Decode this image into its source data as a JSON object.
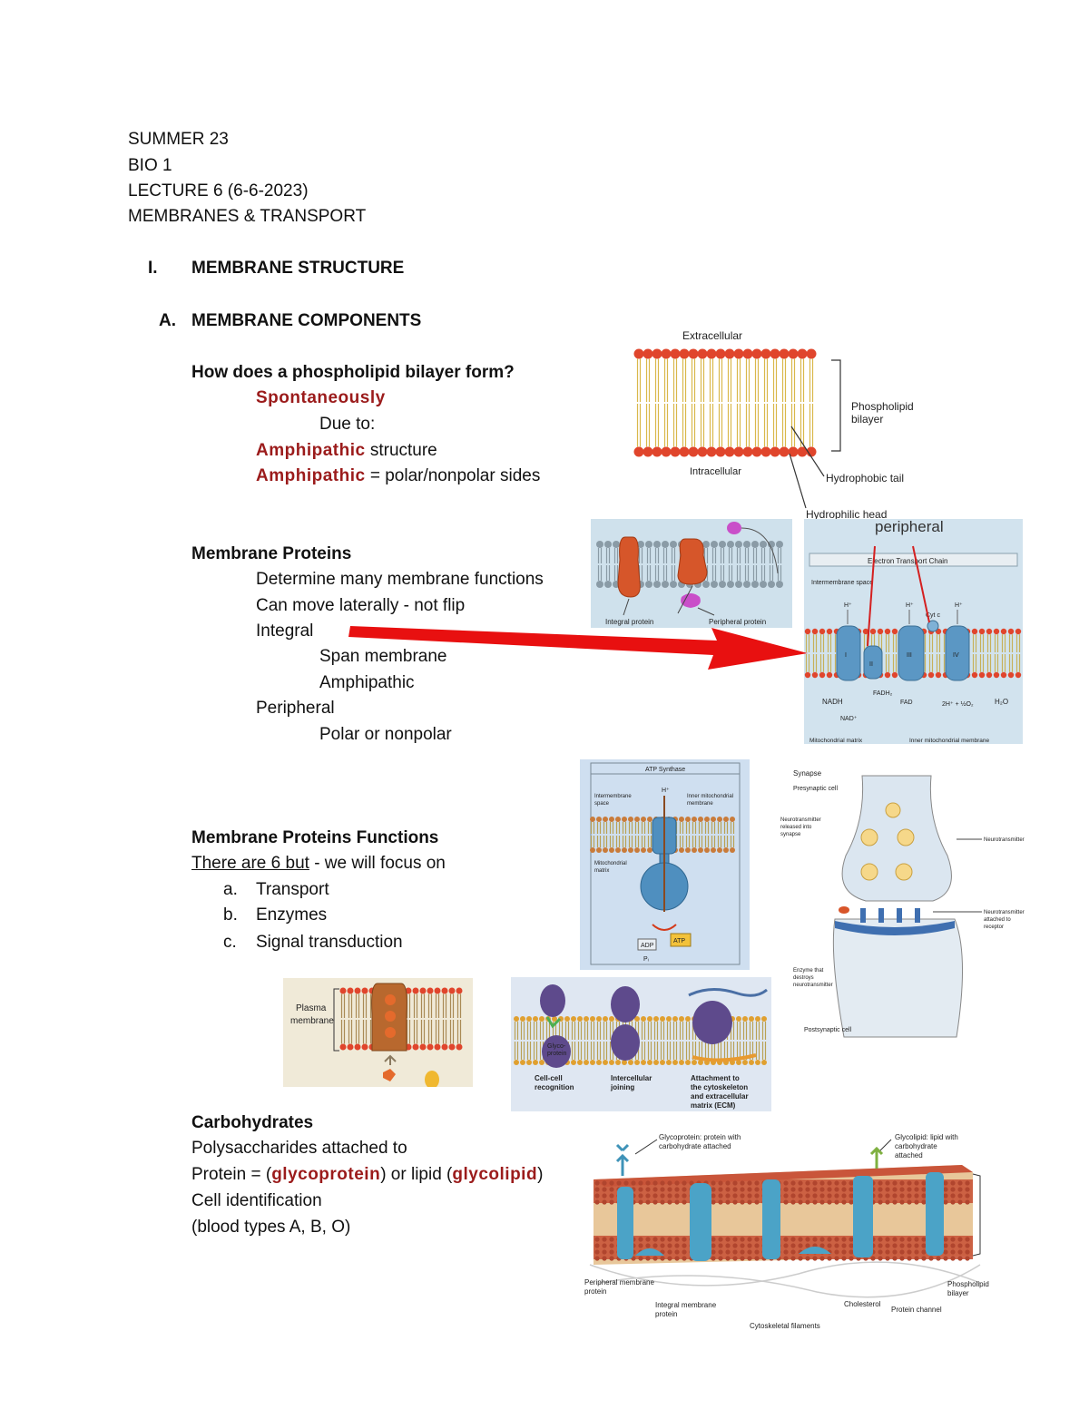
{
  "header": {
    "line1": "SUMMER 23",
    "line2": "BIO 1",
    "line3": "LECTURE 6 (6-6-2023)",
    "line4": "MEMBRANES & TRANSPORT"
  },
  "section_I": {
    "numeral": "I.",
    "title": "MEMBRANE STRUCTURE"
  },
  "section_A": {
    "letter": "A.",
    "title": "MEMBRANE COMPONENTS"
  },
  "bilayer": {
    "question": "How does a phospholipid bilayer form?",
    "answer": "Spontaneously",
    "due_to": "Due to:",
    "amphi_term": "Amphipathic",
    "amphi_rest": " structure",
    "amphi_def_term": "Amphipathic",
    "amphi_def_rest": " = polar/nonpolar sides"
  },
  "membrane_proteins": {
    "title": "Membrane Proteins",
    "line1": "Determine many membrane functions",
    "line2": "Can move laterally - not flip",
    "integral": "Integral",
    "integral_1": "Span membrane",
    "integral_2": "Amphipathic",
    "peripheral": "Peripheral",
    "peripheral_1": "Polar or nonpolar"
  },
  "functions": {
    "title": "Membrane Proteins Functions",
    "intro_underlined": "There are 6 but",
    "intro_rest": " - we will focus on",
    "items": [
      {
        "marker": "a.",
        "text": "Transport"
      },
      {
        "marker": "b.",
        "text": "Enzymes"
      },
      {
        "marker": "c.",
        "text": "Signal transduction"
      }
    ]
  },
  "carbohydrates": {
    "title": "Carbohydrates",
    "line1": "Polysaccharides attached to",
    "line2_a": "Protein = (",
    "line2_glycoprotein": "glycoprotein",
    "line2_b": ") or lipid (",
    "line2_glycolipid": "glycolipid",
    "line2_c": ")",
    "line3": "Cell identification",
    "line4": "(blood types A, B, O)"
  },
  "figures": {
    "bilayer_fig": {
      "extracellular": "Extracellular",
      "intracellular": "Intracellular",
      "phospholipid_1": "Phospholipid",
      "phospholipid_2": "bilayer",
      "tail": "Hydrophobic tail",
      "head": "Hydrophilic head"
    },
    "proteins_fig": {
      "integral": "Integral protein",
      "peripheral": "Peripheral protein"
    },
    "etc_fig": {
      "peripheral": "peripheral",
      "title": "Electron Transport Chain",
      "space": "Intermembrane space",
      "cytc": "Cyt c",
      "nadh": "NADH",
      "nad": "NAD⁺",
      "fadh2": "FADH₂",
      "fad": "FAD",
      "o2": "2H⁺ + ½O₂",
      "h2o": "H₂O",
      "matrix": "Mitochondrial matrix",
      "inner": "Inner mitochondrial membrane",
      "h": "H⁺",
      "c1": "I",
      "c2": "II",
      "c3": "III",
      "c4": "IV"
    },
    "atp_fig": {
      "title": "ATP Synthase",
      "space_1": "Intermembrane",
      "space_2": "space",
      "inner_1": "Inner mitochondrial",
      "inner_2": "membrane",
      "matrix_1": "Mitochondrial",
      "matrix_2": "matrix",
      "adp": "ADP",
      "atp": "ATP",
      "pi": "Pᵢ",
      "h": "H⁺"
    },
    "synapse_fig": {
      "title": "Synapse",
      "presynaptic": "Presynaptic cell",
      "released_1": "Neurotransmitter",
      "released_2": "released into",
      "released_3": "synapse",
      "nt": "Neurotransmitter",
      "receptor_1": "Neurotransmitter",
      "receptor_2": "attached to",
      "receptor_3": "receptor",
      "enzyme_1": "Enzyme that",
      "enzyme_2": "destroys",
      "enzyme_3": "neurotransmitter",
      "postsynaptic": "Postsynaptic cell"
    },
    "transport_fig": {
      "label_1": "Plasma",
      "label_2": "membrane"
    },
    "recognition_fig": {
      "glyco_1": "Glyco-",
      "glyco_2": "protein",
      "cap1_1": "Cell-cell",
      "cap1_2": "recognition",
      "cap2_1": "Intercellular",
      "cap2_2": "joining",
      "cap3_1": "Attachment to",
      "cap3_2": "the cytoskeleton",
      "cap3_3": "and extracellular",
      "cap3_4": "matrix (ECM)"
    },
    "membrane_fig": {
      "glycoprotein_1": "Glycoprotein: protein with",
      "glycoprotein_2": "carbohydrate attached",
      "glycolipid_1": "Glycolipid: lipid with",
      "glycolipid_2": "carbohydrate",
      "glycolipid_3": "attached",
      "peripheral_1": "Peripheral membrane",
      "peripheral_2": "protein",
      "integral_1": "Integral membrane",
      "integral_2": "protein",
      "cytoskeletal": "Cytoskeletal filaments",
      "cholesterol": "Cholesterol",
      "channel": "Protein channel",
      "bilayer_1": "Phospholipid",
      "bilayer_2": "bilayer"
    }
  },
  "colors": {
    "red_term": "#9b1b1b",
    "head_orange": "#e0452c",
    "tail_yellow": "#d9b84a",
    "protein_blue": "#4f8fbf",
    "arrow_red": "#e81010"
  }
}
